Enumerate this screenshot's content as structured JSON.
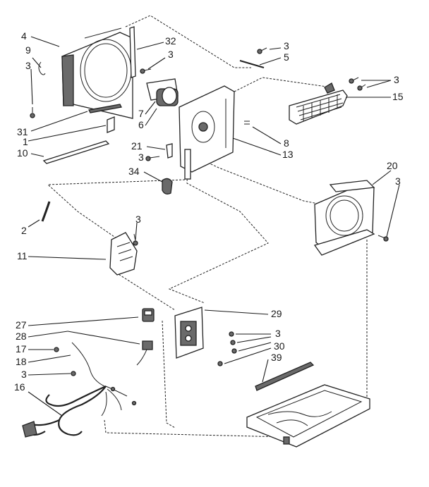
{
  "diagram": {
    "callouts": {
      "c4": "4",
      "c32": "32",
      "c9": "9",
      "c3_a": "3",
      "c3_b": "3",
      "c3_c": "3",
      "c5": "5",
      "c3_d": "3",
      "c15": "15",
      "c31": "31",
      "c1": "1",
      "c10": "10",
      "c7": "7",
      "c6": "6",
      "c8": "8",
      "c13": "13",
      "c21": "21",
      "c3_e": "3",
      "c34": "34",
      "c20": "20",
      "c3_f": "3",
      "c2": "2",
      "c3_g": "3",
      "c11": "11",
      "c27": "27",
      "c28": "28",
      "c17": "17",
      "c18": "18",
      "c3_h": "3",
      "c16": "16",
      "c29": "29",
      "c3_i": "3",
      "c30": "30",
      "c39": "39"
    }
  }
}
